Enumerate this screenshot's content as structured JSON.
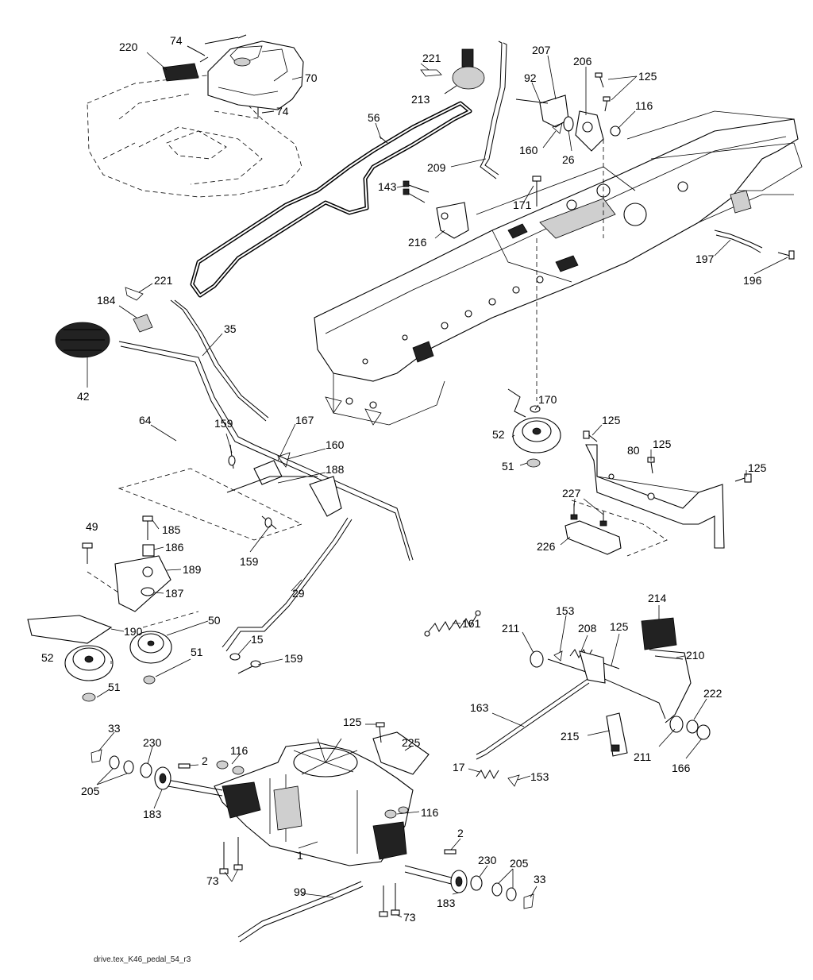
{
  "footer": {
    "filename": "drive.tex_K46_pedal_54_r3"
  },
  "labels": [
    {
      "id": "220a",
      "text": "220"
    },
    {
      "id": "74a",
      "text": "74"
    },
    {
      "id": "70",
      "text": "70"
    },
    {
      "id": "74b",
      "text": "74"
    },
    {
      "id": "221a",
      "text": "221"
    },
    {
      "id": "213",
      "text": "213"
    },
    {
      "id": "56",
      "text": "56"
    },
    {
      "id": "207",
      "text": "207"
    },
    {
      "id": "206",
      "text": "206"
    },
    {
      "id": "92",
      "text": "92"
    },
    {
      "id": "125a",
      "text": "125"
    },
    {
      "id": "116a",
      "text": "116"
    },
    {
      "id": "160a",
      "text": "160"
    },
    {
      "id": "26",
      "text": "26"
    },
    {
      "id": "209",
      "text": "209"
    },
    {
      "id": "143",
      "text": "143"
    },
    {
      "id": "171",
      "text": "171"
    },
    {
      "id": "216",
      "text": "216"
    },
    {
      "id": "197",
      "text": "197"
    },
    {
      "id": "196",
      "text": "196"
    },
    {
      "id": "221b",
      "text": "221"
    },
    {
      "id": "184",
      "text": "184"
    },
    {
      "id": "35",
      "text": "35"
    },
    {
      "id": "42",
      "text": "42"
    },
    {
      "id": "64",
      "text": "64"
    },
    {
      "id": "159a",
      "text": "159"
    },
    {
      "id": "167",
      "text": "167"
    },
    {
      "id": "160b",
      "text": "160"
    },
    {
      "id": "188",
      "text": "188"
    },
    {
      "id": "170",
      "text": "170"
    },
    {
      "id": "52a",
      "text": "52"
    },
    {
      "id": "125b",
      "text": "125"
    },
    {
      "id": "125c",
      "text": "125"
    },
    {
      "id": "80",
      "text": "80"
    },
    {
      "id": "125d",
      "text": "125"
    },
    {
      "id": "51a",
      "text": "51"
    },
    {
      "id": "227",
      "text": "227"
    },
    {
      "id": "226",
      "text": "226"
    },
    {
      "id": "49",
      "text": "49"
    },
    {
      "id": "185",
      "text": "185"
    },
    {
      "id": "186",
      "text": "186"
    },
    {
      "id": "189",
      "text": "189"
    },
    {
      "id": "159b",
      "text": "159"
    },
    {
      "id": "187",
      "text": "187"
    },
    {
      "id": "29",
      "text": "29"
    },
    {
      "id": "50",
      "text": "50"
    },
    {
      "id": "190",
      "text": "190"
    },
    {
      "id": "161",
      "text": "161"
    },
    {
      "id": "153a",
      "text": "153"
    },
    {
      "id": "214",
      "text": "214"
    },
    {
      "id": "211a",
      "text": "211"
    },
    {
      "id": "208",
      "text": "208"
    },
    {
      "id": "125e",
      "text": "125"
    },
    {
      "id": "52b",
      "text": "52"
    },
    {
      "id": "51b",
      "text": "51"
    },
    {
      "id": "15",
      "text": "15"
    },
    {
      "id": "159c",
      "text": "159"
    },
    {
      "id": "210",
      "text": "210"
    },
    {
      "id": "51c",
      "text": "51"
    },
    {
      "id": "163",
      "text": "163"
    },
    {
      "id": "222",
      "text": "222"
    },
    {
      "id": "215",
      "text": "215"
    },
    {
      "id": "211b",
      "text": "211"
    },
    {
      "id": "166",
      "text": "166"
    },
    {
      "id": "33a",
      "text": "33"
    },
    {
      "id": "125f",
      "text": "125"
    },
    {
      "id": "225",
      "text": "225"
    },
    {
      "id": "230a",
      "text": "230"
    },
    {
      "id": "116b",
      "text": "116"
    },
    {
      "id": "2a",
      "text": "2"
    },
    {
      "id": "17",
      "text": "17"
    },
    {
      "id": "153b",
      "text": "153"
    },
    {
      "id": "205a",
      "text": "205"
    },
    {
      "id": "183a",
      "text": "183"
    },
    {
      "id": "116c",
      "text": "116"
    },
    {
      "id": "2b",
      "text": "2"
    },
    {
      "id": "1",
      "text": "1"
    },
    {
      "id": "230b",
      "text": "230"
    },
    {
      "id": "205b",
      "text": "205"
    },
    {
      "id": "73a",
      "text": "73"
    },
    {
      "id": "33b",
      "text": "33"
    },
    {
      "id": "99",
      "text": "99"
    },
    {
      "id": "183b",
      "text": "183"
    },
    {
      "id": "73b",
      "text": "73"
    }
  ]
}
